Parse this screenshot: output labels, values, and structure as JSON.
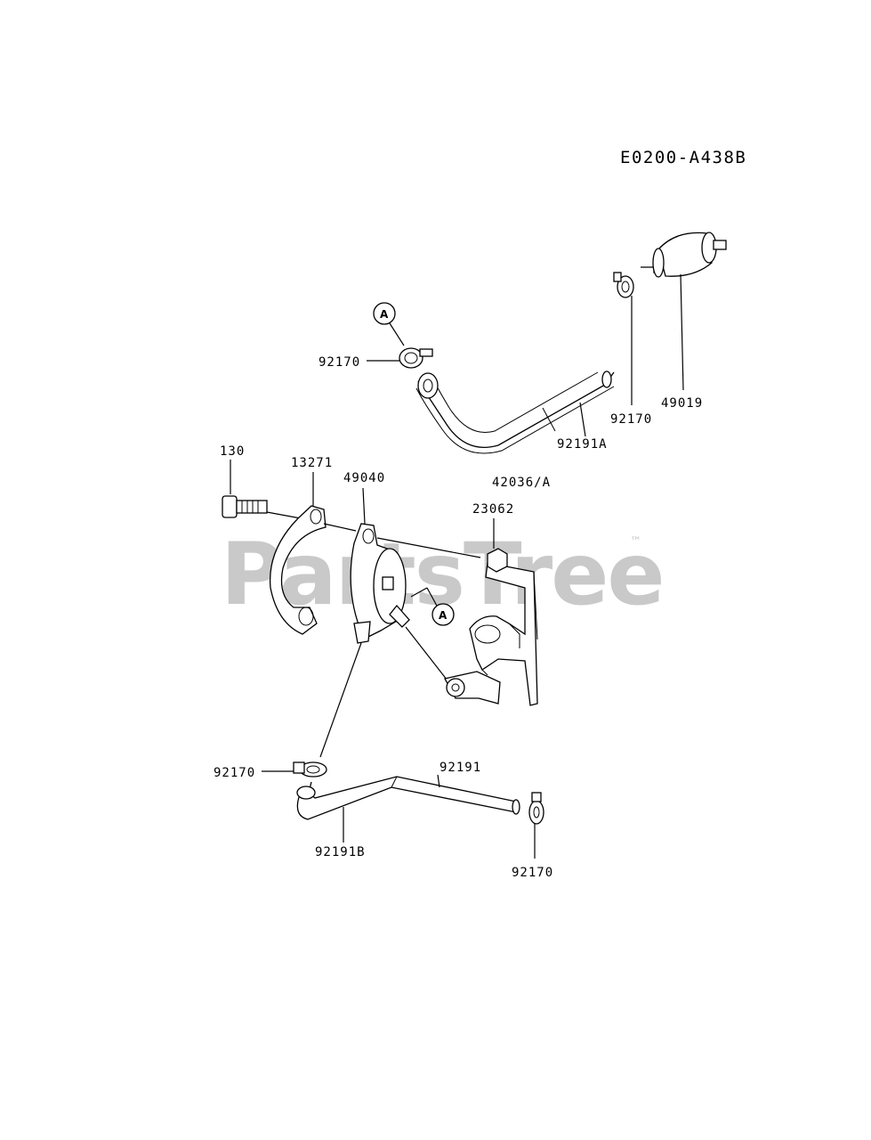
{
  "diagram_code": "E0200-A438B",
  "watermark": {
    "text": "PartsTree",
    "trademark": "™"
  },
  "callouts": {
    "ref_a_top": "A",
    "ref_a_pump": "A",
    "clamp_top_left": "92170",
    "clamp_top_right": "92170",
    "fuel_filter": "49019",
    "hose_top": "92191A",
    "bolt": "130",
    "bracket": "13271",
    "fuel_pump": "49040",
    "bracket_assy": "42036/A",
    "nut": "23062",
    "clamp_bottom_left": "92170",
    "hose_bottom": "92191",
    "hose_bottom_b": "92191B",
    "clamp_bottom_right": "92170"
  }
}
